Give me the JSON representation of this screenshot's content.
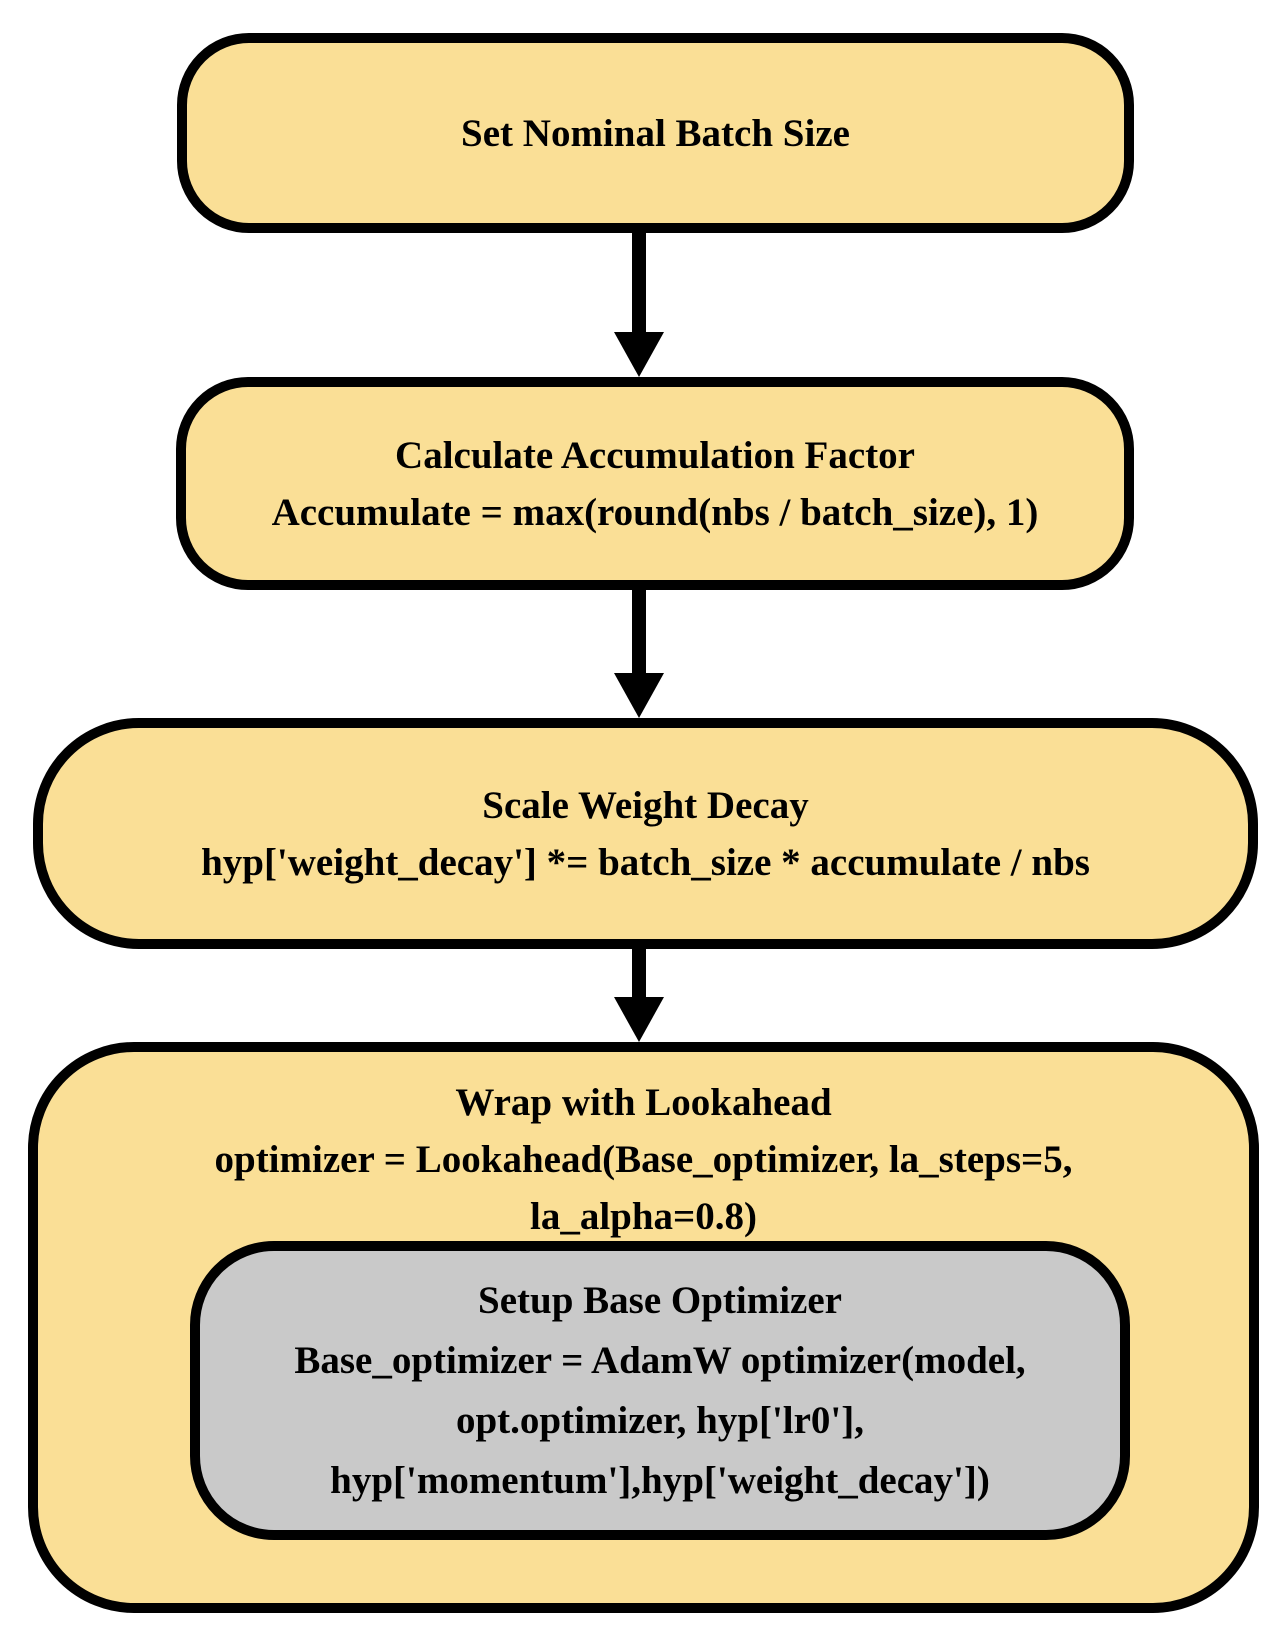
{
  "diagram": {
    "colors": {
      "background": "#FFFFFF",
      "node_fill": "#FADF96",
      "inner_node_fill": "#C9C9C9",
      "border_color": "#000000"
    },
    "nodes": {
      "node1": {
        "title": "Set Nominal Batch Size"
      },
      "node2": {
        "title": "Calculate Accumulation Factor",
        "code": "Accumulate = max(round(nbs / batch_size), 1)"
      },
      "node3": {
        "title": "Scale Weight Decay",
        "code": "hyp['weight_decay'] *= batch_size * accumulate / nbs"
      },
      "node4": {
        "title": "Wrap with Lookahead",
        "code_line1": "optimizer = Lookahead(Base_optimizer, la_steps=5,",
        "code_line2": "la_alpha=0.8)"
      },
      "node5": {
        "title": "Setup Base Optimizer",
        "code_line1": "Base_optimizer = AdamW optimizer(model,",
        "code_line2": "opt.optimizer, hyp['lr0'],",
        "code_line3": "hyp['momentum'],hyp['weight_decay'])"
      }
    }
  }
}
